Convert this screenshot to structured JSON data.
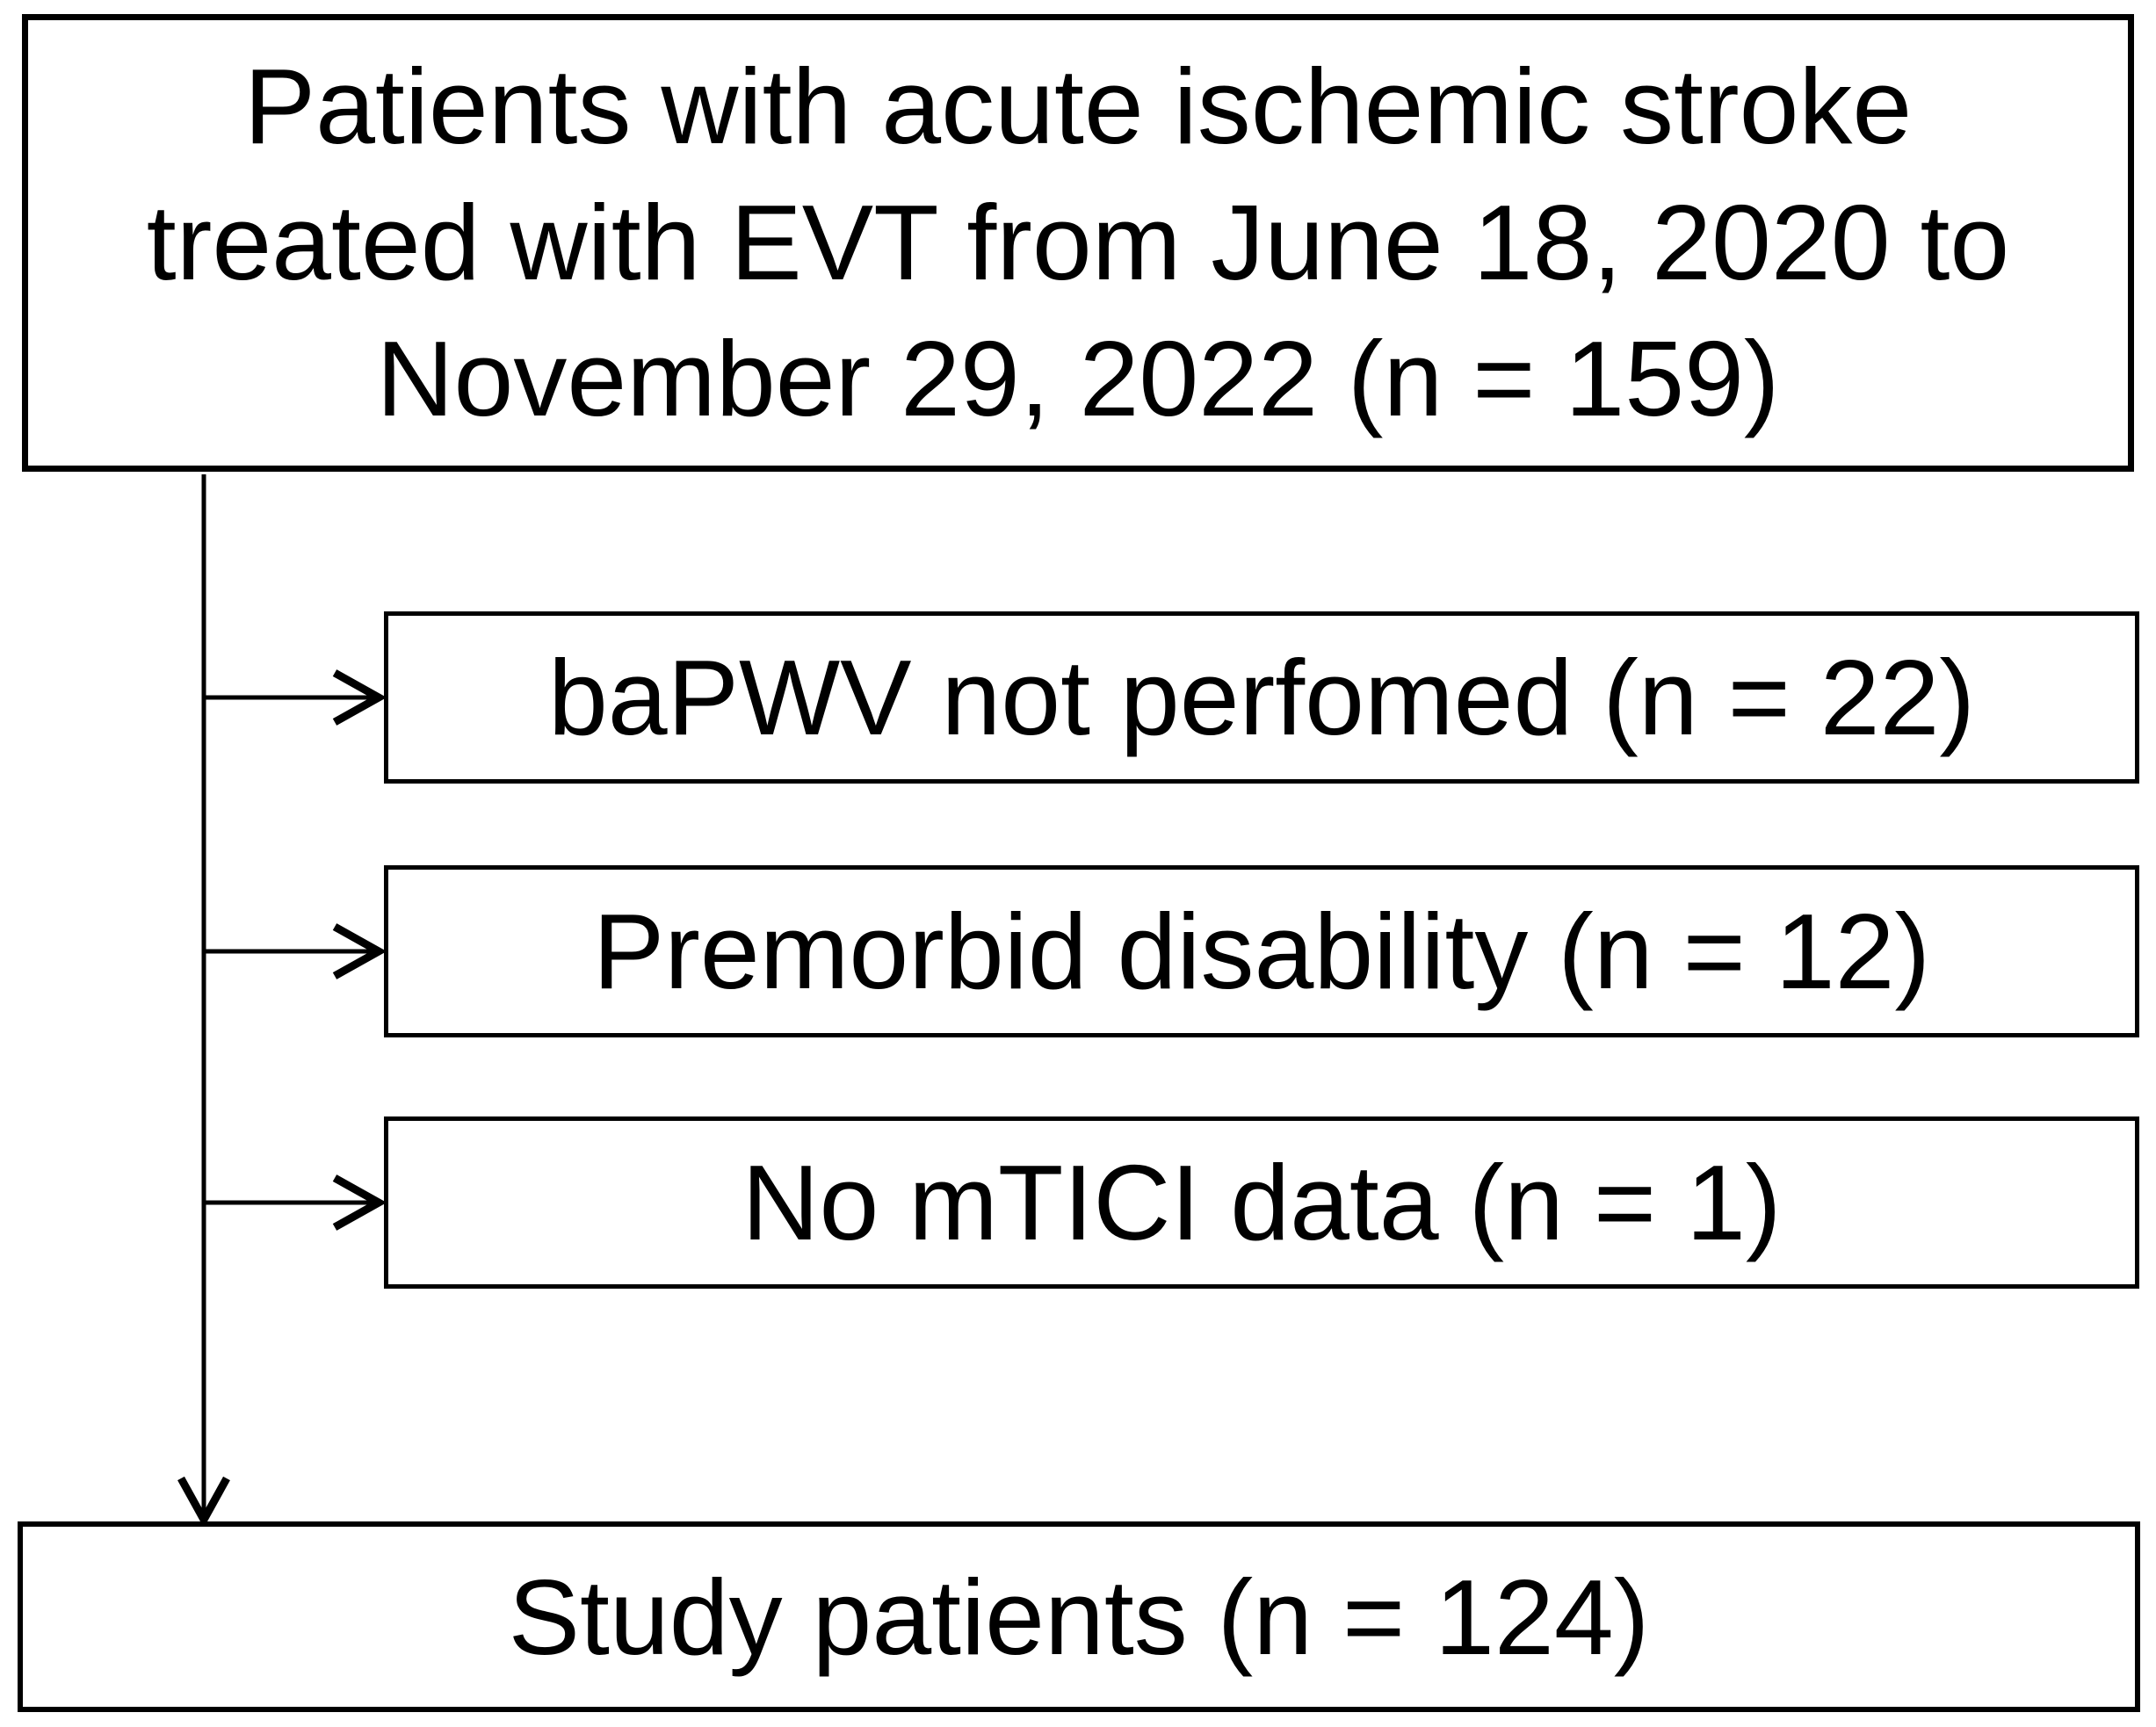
{
  "diagram": {
    "type": "patient-flow-chart",
    "colors": {
      "line": "#000000",
      "text": "#000000",
      "background": "#ffffff"
    },
    "top_box": {
      "lines": [
        "Patients with acute ischemic stroke",
        "treated with EVT from June 18, 2020 to",
        "November 29, 2022 (n = 159)"
      ],
      "n": 159
    },
    "exclusion_boxes": [
      {
        "label": "baPWV not perfomed (n = 22)",
        "n": 22
      },
      {
        "label": "Premorbid disability (n = 12)",
        "n": 12
      },
      {
        "label": "No mTICI data (n = 1)",
        "n": 1
      }
    ],
    "final_box": {
      "label": "Study patients (n = 124)",
      "n": 124
    }
  }
}
